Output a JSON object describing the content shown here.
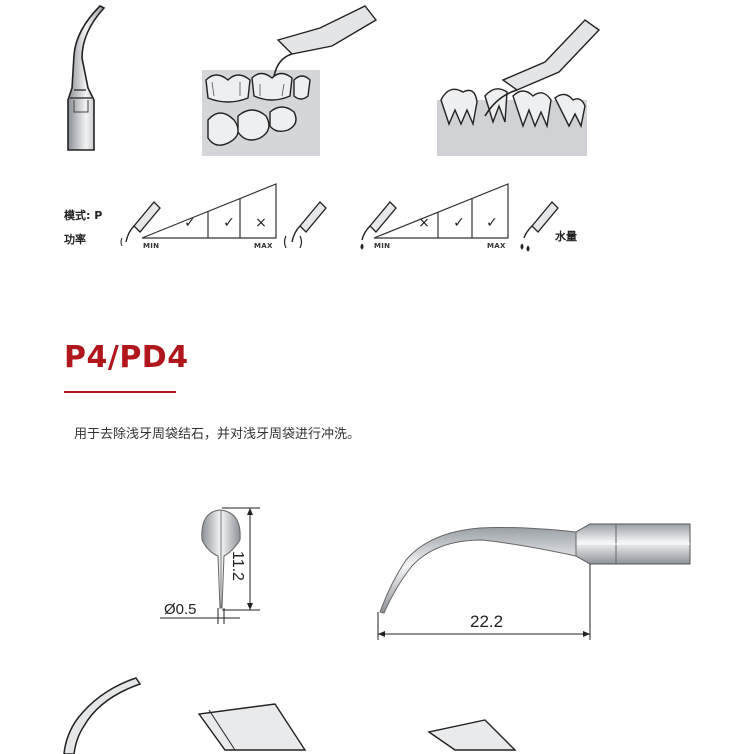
{
  "product": {
    "title": "P4/PD4",
    "description": "用于去除浅牙周袋结石，并对浅牙周袋进行冲洗。"
  },
  "settings": {
    "mode_label": "模式: P",
    "power_label": "功率",
    "water_label": "水量",
    "power_scale": {
      "min": "MIN",
      "max": "MAX",
      "marks": [
        "✓",
        "✓",
        "×"
      ]
    },
    "water_scale": {
      "min": "MIN",
      "max": "MAX",
      "marks": [
        "×",
        "✓",
        "✓"
      ]
    }
  },
  "dimensions": {
    "length_vertical": "11.2",
    "tip_diameter": "Ø0.5",
    "length_horizontal": "22.2"
  },
  "colors": {
    "title": "#b0161b",
    "metal": "#c9ccd0",
    "tooth_fill": "#e6e7e9",
    "gum_fill": "#cfd1d4"
  }
}
